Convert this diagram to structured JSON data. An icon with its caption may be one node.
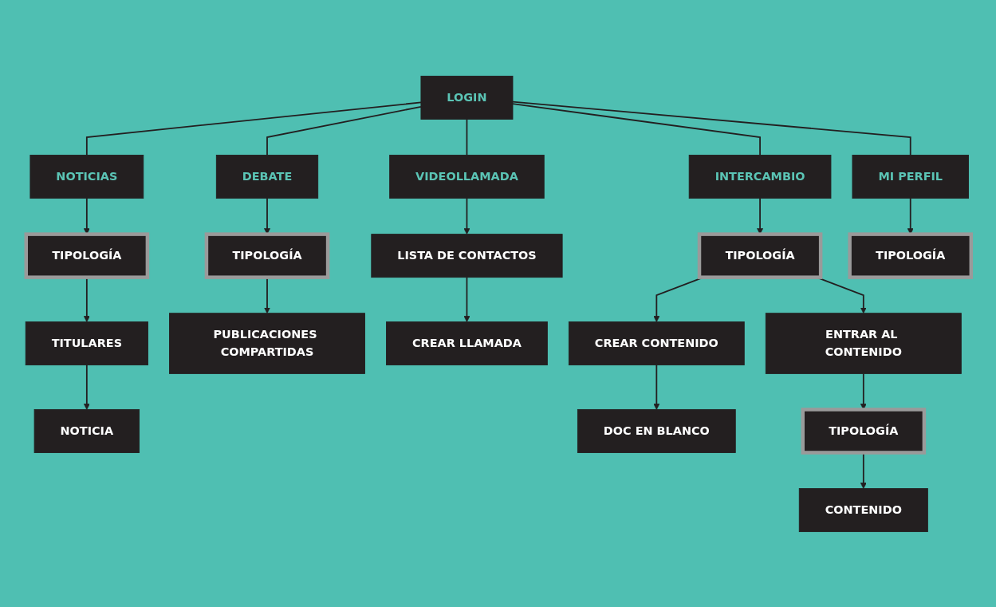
{
  "diagram": {
    "nodes": [
      {
        "text": [
          "LOGIN"
        ]
      },
      {
        "text": [
          "NOTICIAS"
        ]
      },
      {
        "text": [
          "DEBATE"
        ]
      },
      {
        "text": [
          "VIDEOLLAMADA"
        ]
      },
      {
        "text": [
          "INTERCAMBIO"
        ]
      },
      {
        "text": [
          "MI PERFIL"
        ]
      },
      {
        "text": [
          "TIPOLOGÍA"
        ]
      },
      {
        "text": [
          "TIPOLOGÍA"
        ]
      },
      {
        "text": [
          "LISTA DE CONTACTOS"
        ]
      },
      {
        "text": [
          "TIPOLOGÍA"
        ]
      },
      {
        "text": [
          "TIPOLOGÍA"
        ]
      },
      {
        "text": [
          "TITULARES"
        ]
      },
      {
        "text": [
          "PUBLICACIONES COMPARTIDAS"
        ]
      },
      {
        "text": [
          "CREAR LLAMADA"
        ]
      },
      {
        "text": [
          "CREAR CONTENIDO"
        ]
      },
      {
        "text": [
          "DOC EN BLANCO"
        ]
      },
      {
        "text": [
          "ENTRAR AL CONTENIDO"
        ]
      },
      {
        "text": [
          "TIPOLOGÍA"
        ]
      },
      {
        "text": [
          "NOTICIA"
        ]
      },
      {
        "text": [
          "CONTENIDO"
        ]
      }
    ],
    "edges": [
      {
        "from": 0,
        "to": 1,
        "arrow": "none"
      },
      {
        "from": 0,
        "to": 2,
        "arrow": "none"
      },
      {
        "from": 0,
        "to": 3,
        "arrow": "none"
      },
      {
        "from": 0,
        "to": 4,
        "arrow": "none"
      },
      {
        "from": 0,
        "to": 5,
        "arrow": "none"
      },
      {
        "from": 1,
        "to": 6,
        "arrow": "to"
      },
      {
        "from": 2,
        "to": 7,
        "arrow": "to"
      },
      {
        "from": 3,
        "to": 8,
        "arrow": "to"
      },
      {
        "from": 4,
        "to": 9,
        "arrow": "to"
      },
      {
        "from": 5,
        "to": 10,
        "arrow": "to"
      },
      {
        "from": 6,
        "to": 11,
        "arrow": "to"
      },
      {
        "from": 7,
        "to": 12,
        "arrow": "to"
      },
      {
        "from": 8,
        "to": 13,
        "arrow": "to"
      },
      {
        "from": 9,
        "to": 14,
        "arrow": "to"
      },
      {
        "from": 9,
        "to": 16,
        "arrow": "to"
      },
      {
        "from": 14,
        "to": 15,
        "arrow": "to"
      },
      {
        "from": 16,
        "to": 17,
        "arrow": "to"
      },
      {
        "from": 11,
        "to": 18,
        "arrow": "to"
      },
      {
        "from": 17,
        "to": 19,
        "arrow": "to"
      }
    ]
  }
}
